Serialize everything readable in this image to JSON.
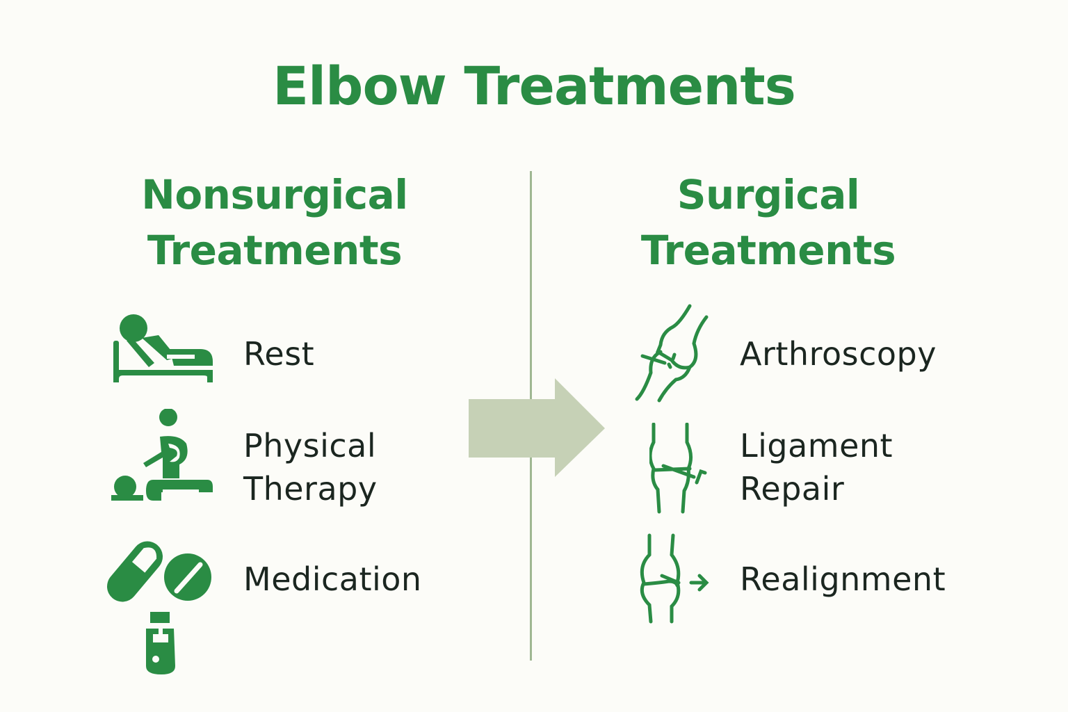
{
  "title": "Elbow Treatments",
  "colors": {
    "accent": "#2a8c44",
    "text": "#1b2620",
    "arrow": "#c6d1b6",
    "divider": "#9fb792",
    "background": "#fcfcf8"
  },
  "nonsurgical": {
    "heading_line1": "Nonsurgical",
    "heading_line2": "Treatments",
    "items": [
      {
        "icon": "bed-rest-icon",
        "label_line1": "Rest",
        "label_line2": ""
      },
      {
        "icon": "physical-therapy-icon",
        "label_line1": "Physical",
        "label_line2": "Therapy"
      },
      {
        "icon": "medication-icon",
        "label_line1": "Medication",
        "label_line2": ""
      }
    ]
  },
  "surgical": {
    "heading_line1": "Surgical",
    "heading_line2": "Treatments",
    "items": [
      {
        "icon": "arthroscopy-joint-icon",
        "label_line1": "Arthroscopy",
        "label_line2": ""
      },
      {
        "icon": "ligament-repair-joint-icon",
        "label_line1": "Ligament",
        "label_line2": "Repair"
      },
      {
        "icon": "realignment-joint-icon",
        "label_line1": "Realignment",
        "label_line2": ""
      }
    ]
  },
  "flow_arrow": {
    "direction": "right",
    "icon": "arrow-right-icon"
  }
}
